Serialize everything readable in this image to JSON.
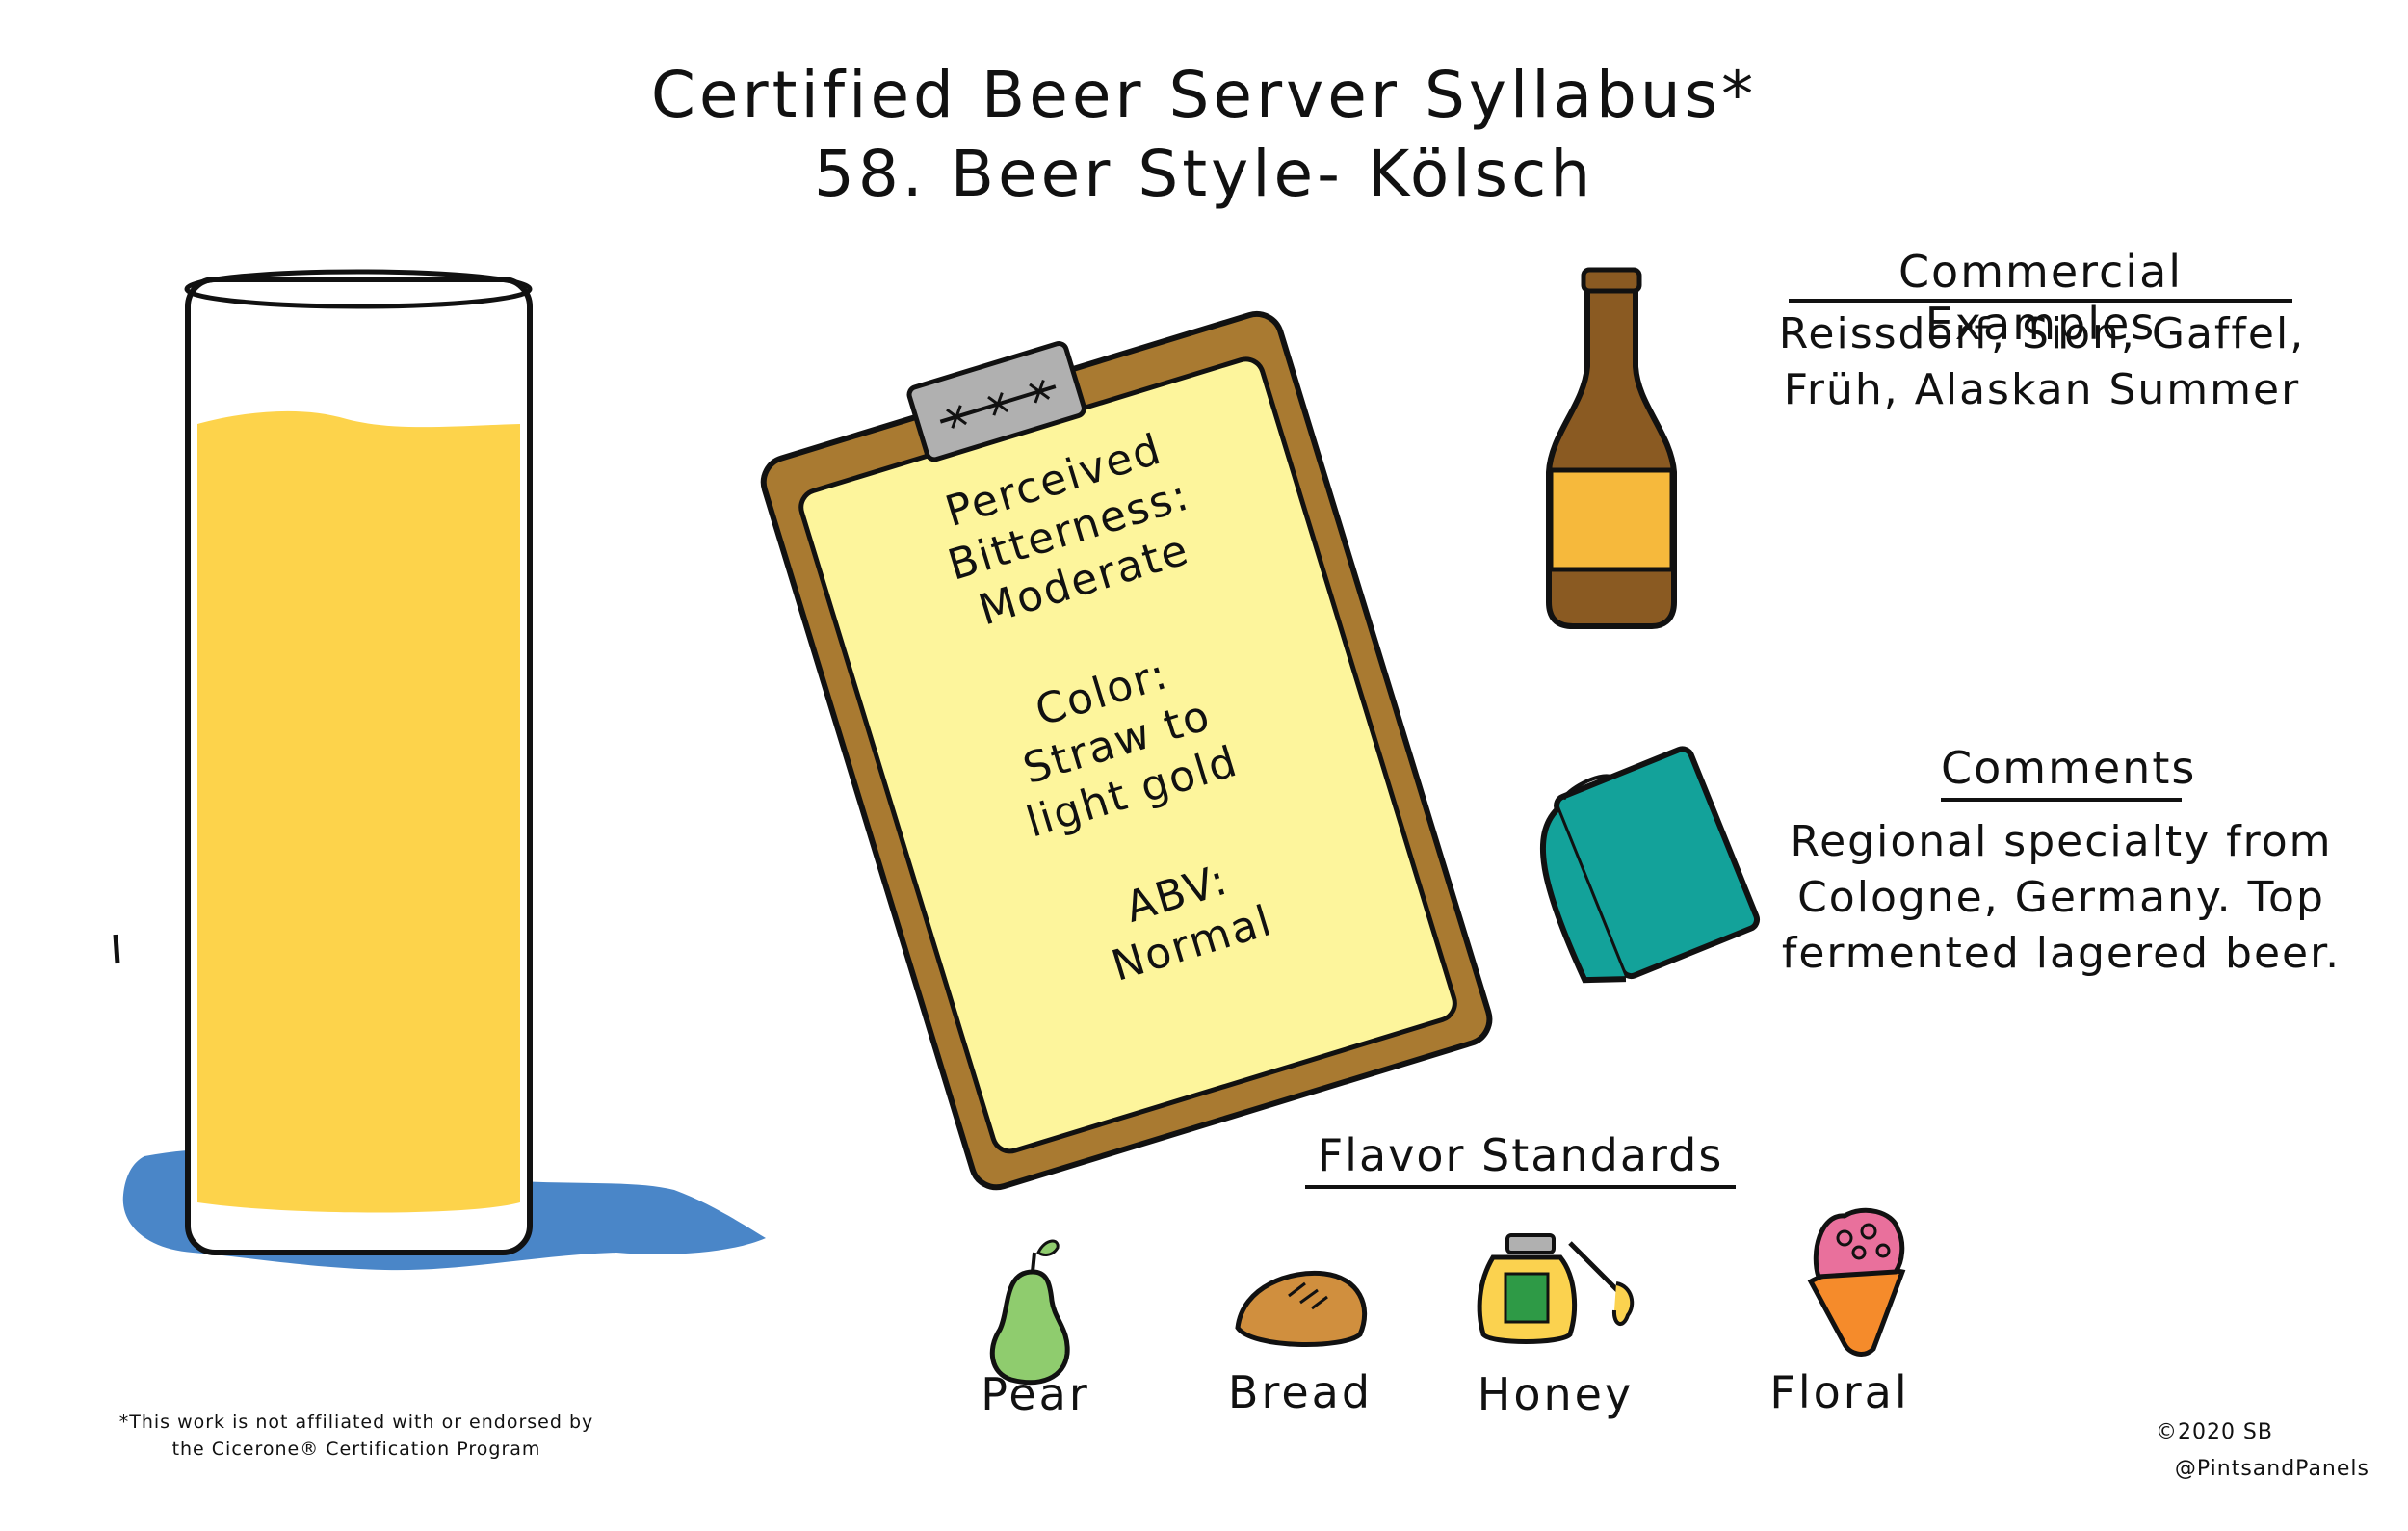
{
  "title": {
    "line1": "Certified Beer Server Syllabus*",
    "line2": "58. Beer Style- Kölsch"
  },
  "clipboard": {
    "bitterness_label": "Perceived Bitterness:",
    "bitterness_value": "Moderate",
    "color_label": "Color:",
    "color_value": "Straw to light gold",
    "abv_label": "ABV:",
    "abv_value": "Normal"
  },
  "commercial_examples": {
    "heading": "Commercial Examples",
    "line1": "Reissdorf, Sion, Gaffel,",
    "line2": "Früh, Alaskan Summer"
  },
  "comments": {
    "heading": "Comments",
    "line1": "Regional specialty from",
    "line2": "Cologne, Germany. Top",
    "line3": "fermented lagered beer."
  },
  "flavor_standards": {
    "heading": "Flavor Standards",
    "items": [
      {
        "label": "Pear",
        "icon": "pear-icon"
      },
      {
        "label": "Bread",
        "icon": "bread-icon"
      },
      {
        "label": "Honey",
        "icon": "honey-jar-icon"
      },
      {
        "label": "Floral",
        "icon": "flower-bouquet-icon"
      }
    ]
  },
  "disclaimer": {
    "line1": "*This work is not affiliated with or endorsed by",
    "line2": "the Cicerone® Certification Program"
  },
  "credit": {
    "copyright": "©2020 SB",
    "handle": "@PintsandPanels"
  },
  "colors": {
    "beer": "#fdd34b",
    "puddle": "#4a86c8",
    "clipboard_board": "#a97a31",
    "clipboard_paper": "#fdf59c",
    "clip_metal": "#b0b0b0",
    "bottle": "#8a5a22",
    "bottle_label": "#f6b93c",
    "book": "#13a29a",
    "pear": "#8fcc6e",
    "bread": "#d08f3e",
    "honey": "#fbd24f",
    "flower_cone": "#f58b2b",
    "flowers": "#e9709c"
  }
}
